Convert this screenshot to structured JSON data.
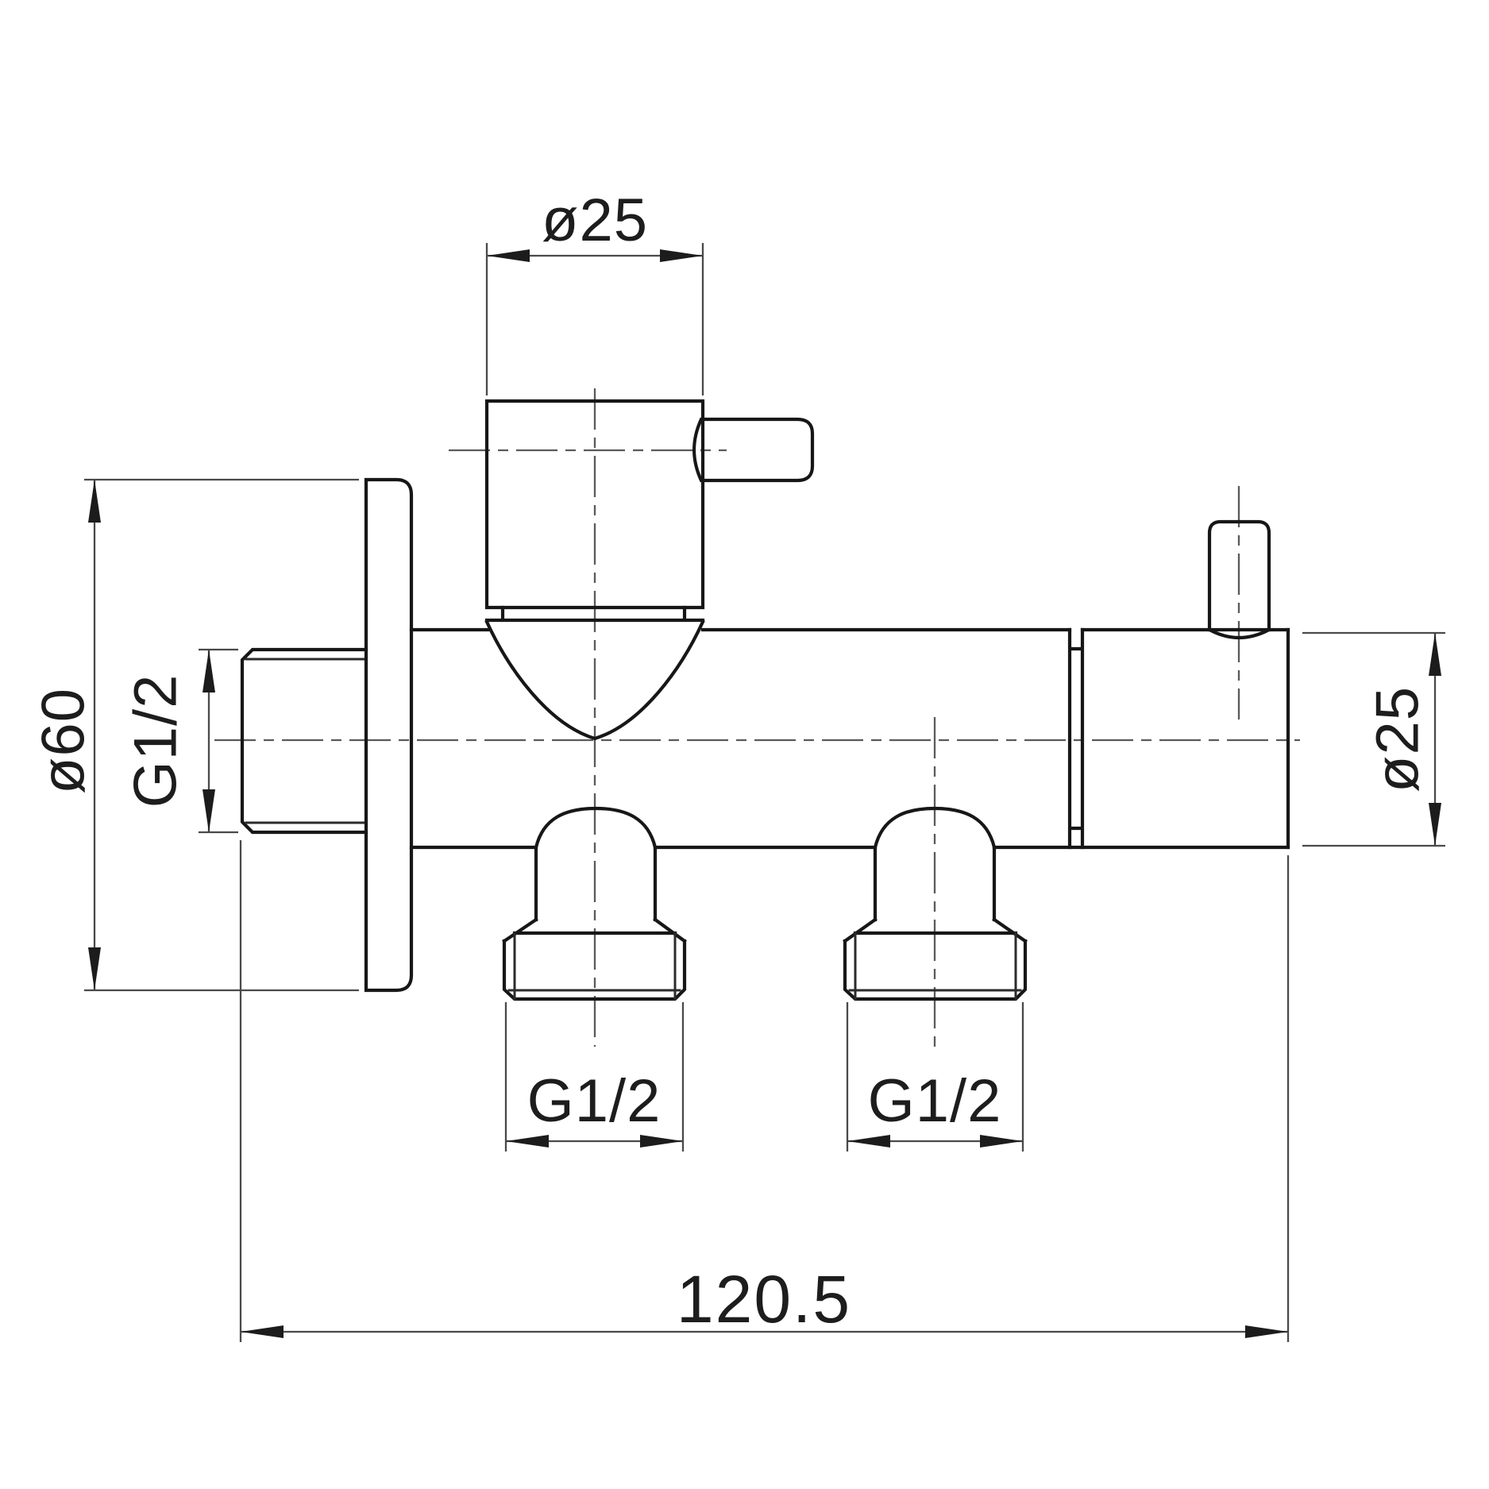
{
  "drawing": {
    "kind": "technical-dimension-drawing",
    "subject": "angle-valve-side-view",
    "background_color": "#ffffff",
    "outline_color": "#171717",
    "dimension_line_color": "#4a4a4a",
    "centerline_color": "#5a5a5a",
    "text_color": "#1d1d1d",
    "dims": {
      "top_diameter": "ø25",
      "flange_diameter": "ø60",
      "inlet_thread": "G1/2",
      "right_diameter": "ø25",
      "outlet_left_thread": "G1/2",
      "outlet_right_thread": "G1/2",
      "overall_length": "120.5"
    }
  }
}
